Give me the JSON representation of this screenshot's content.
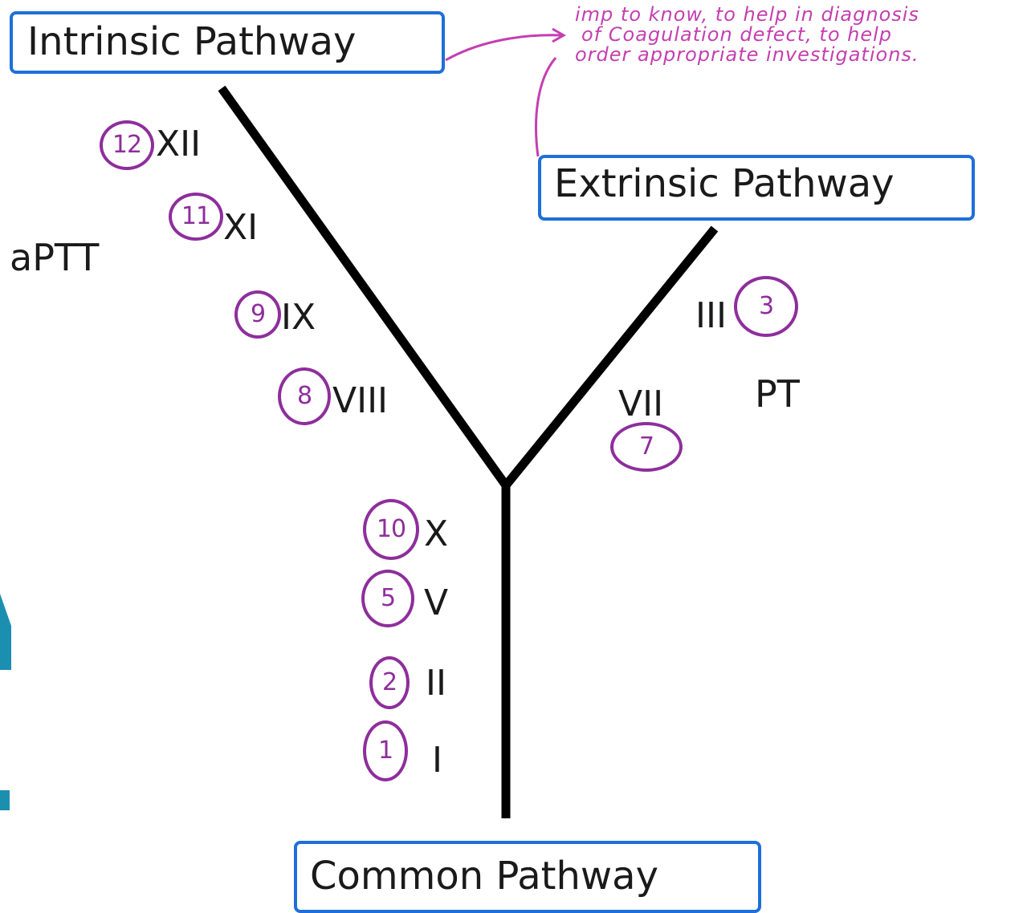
{
  "titles": {
    "intrinsic": "Intrinsic Pathway",
    "extrinsic": "Extrinsic Pathway",
    "common": "Common Pathway"
  },
  "tests": {
    "aptt": "aPTT",
    "pt": "PT"
  },
  "factors": {
    "xii": "XII",
    "xi": "XI",
    "ix": "IX",
    "viii": "VIII",
    "iii": "III",
    "vii": "VII",
    "x": "X",
    "v": "V",
    "ii": "II",
    "i": "I"
  },
  "factor_numbers": {
    "xii": "12",
    "xi": "11",
    "ix": "9",
    "viii": "8",
    "iii": "3",
    "vii": "7",
    "x": "10",
    "v": "5",
    "ii": "2",
    "i": "1"
  },
  "note": {
    "line1": "imp to know, to help in diagnosis",
    "line2": "of Coagulation defect, to help",
    "line3": "order appropriate investigations."
  },
  "colors": {
    "box_border": "#1e6fd9",
    "annotation_pink": "#c43fb1",
    "annotation_purple": "#8e2e9c",
    "lines": "#000000",
    "edge_accent": "#1b8fb0"
  }
}
